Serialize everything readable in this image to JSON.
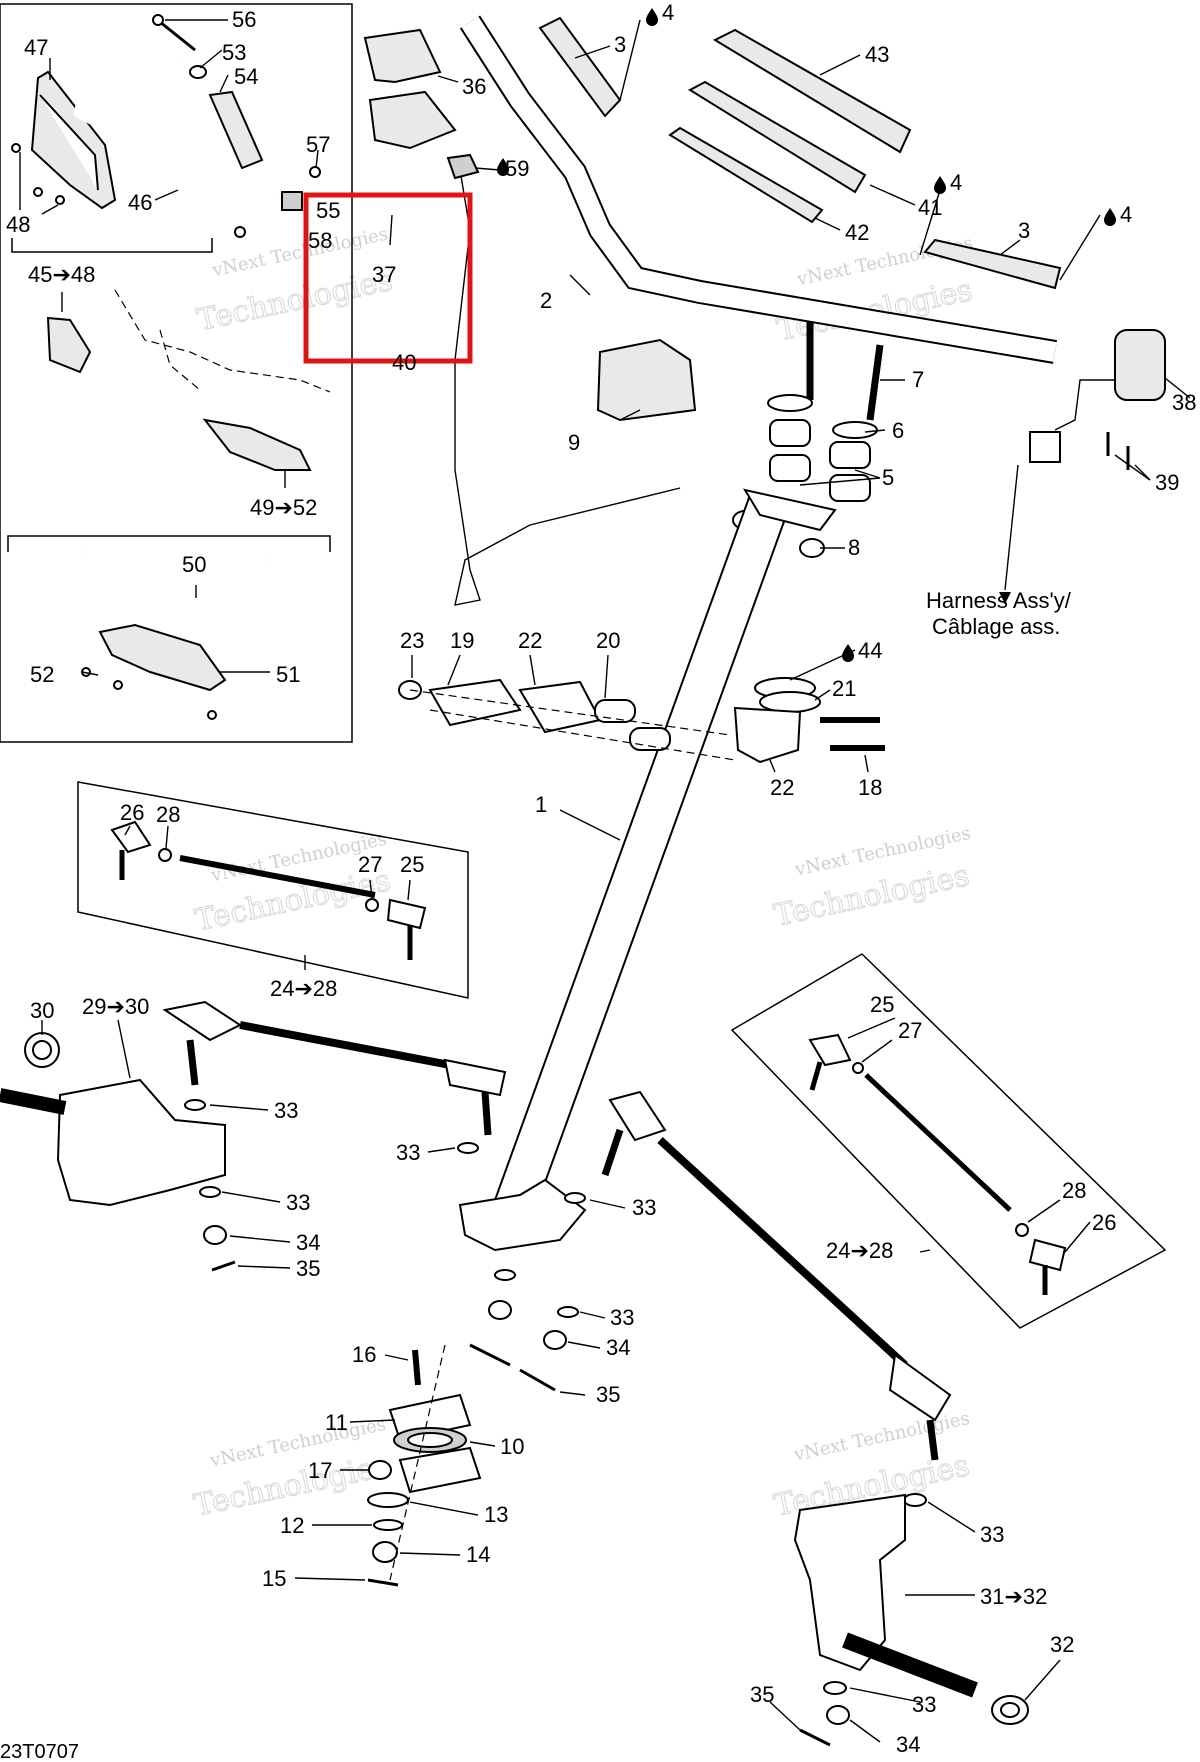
{
  "callouts": [
    {
      "id": "c56",
      "text": "56"
    },
    {
      "id": "c47",
      "text": "47"
    },
    {
      "id": "c53",
      "text": "53"
    },
    {
      "id": "c54",
      "text": "54"
    },
    {
      "id": "c57",
      "text": "57"
    },
    {
      "id": "c46",
      "text": "46"
    },
    {
      "id": "c55",
      "text": "55"
    },
    {
      "id": "c58",
      "text": "58"
    },
    {
      "id": "c48",
      "text": "48"
    },
    {
      "id": "c37",
      "text": "37"
    },
    {
      "id": "c4545to48",
      "text": "45➔48"
    },
    {
      "id": "c4952",
      "text": "49➔52"
    },
    {
      "id": "c50",
      "text": "50"
    },
    {
      "id": "c52",
      "text": "52"
    },
    {
      "id": "c51",
      "text": "51"
    },
    {
      "id": "c36",
      "text": "36"
    },
    {
      "id": "c59",
      "text": "59"
    },
    {
      "id": "c40",
      "text": "40"
    },
    {
      "id": "c3a",
      "text": "3"
    },
    {
      "id": "c4a",
      "text": "4"
    },
    {
      "id": "c43",
      "text": "43"
    },
    {
      "id": "c41",
      "text": "41"
    },
    {
      "id": "c42",
      "text": "42"
    },
    {
      "id": "c4b",
      "text": "4"
    },
    {
      "id": "c3b",
      "text": "3"
    },
    {
      "id": "c4c",
      "text": "4"
    },
    {
      "id": "c2",
      "text": "2"
    },
    {
      "id": "c38",
      "text": "38"
    },
    {
      "id": "c7",
      "text": "7"
    },
    {
      "id": "c6",
      "text": "6"
    },
    {
      "id": "c5",
      "text": "5"
    },
    {
      "id": "c9",
      "text": "9"
    },
    {
      "id": "c39",
      "text": "39"
    },
    {
      "id": "c8",
      "text": "8"
    },
    {
      "id": "c23",
      "text": "23"
    },
    {
      "id": "c19",
      "text": "19"
    },
    {
      "id": "c22a",
      "text": "22"
    },
    {
      "id": "c20",
      "text": "20"
    },
    {
      "id": "c44",
      "text": "44"
    },
    {
      "id": "c21",
      "text": "21"
    },
    {
      "id": "c22b",
      "text": "22"
    },
    {
      "id": "c18",
      "text": "18"
    },
    {
      "id": "c1",
      "text": "1"
    },
    {
      "id": "c26a",
      "text": "26"
    },
    {
      "id": "c28a",
      "text": "28"
    },
    {
      "id": "c27a",
      "text": "27"
    },
    {
      "id": "c25a",
      "text": "25"
    },
    {
      "id": "c2428a",
      "text": "24➔28"
    },
    {
      "id": "c30a",
      "text": "30"
    },
    {
      "id": "c2930",
      "text": "29➔30"
    },
    {
      "id": "c33a",
      "text": "33"
    },
    {
      "id": "c33b",
      "text": "33"
    },
    {
      "id": "c33c",
      "text": "33"
    },
    {
      "id": "c34a",
      "text": "34"
    },
    {
      "id": "c35a",
      "text": "35"
    },
    {
      "id": "c33d",
      "text": "33"
    },
    {
      "id": "c33e",
      "text": "33"
    },
    {
      "id": "c34b",
      "text": "34"
    },
    {
      "id": "c35b",
      "text": "35"
    },
    {
      "id": "c16",
      "text": "16"
    },
    {
      "id": "c11",
      "text": "11"
    },
    {
      "id": "c10",
      "text": "10"
    },
    {
      "id": "c17",
      "text": "17"
    },
    {
      "id": "c13",
      "text": "13"
    },
    {
      "id": "c12",
      "text": "12"
    },
    {
      "id": "c14",
      "text": "14"
    },
    {
      "id": "c15",
      "text": "15"
    },
    {
      "id": "c25b",
      "text": "25"
    },
    {
      "id": "c27b",
      "text": "27"
    },
    {
      "id": "c28b",
      "text": "28"
    },
    {
      "id": "c26b",
      "text": "26"
    },
    {
      "id": "c2428b",
      "text": "24➔28"
    },
    {
      "id": "c33f",
      "text": "33"
    },
    {
      "id": "c3132",
      "text": "31➔32"
    },
    {
      "id": "c32",
      "text": "32"
    },
    {
      "id": "c35c",
      "text": "35"
    },
    {
      "id": "c33g",
      "text": "33"
    },
    {
      "id": "c34c",
      "text": "34"
    }
  ],
  "harness_note": {
    "line1": "Harness Ass'y/",
    "line2": "Câblage ass."
  },
  "watermark": {
    "line1": "vNext Technologies",
    "line2": "Technologies"
  },
  "figure_code": "23T0707",
  "highlight_color": "#e01414"
}
